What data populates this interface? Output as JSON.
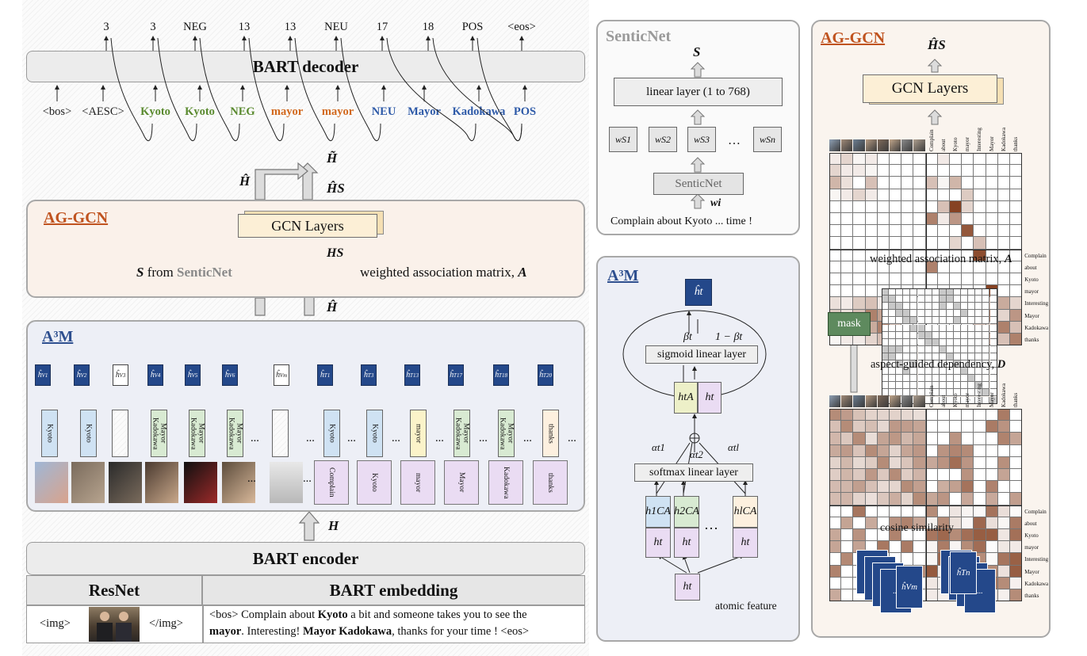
{
  "decoder": {
    "label": "BART decoder",
    "outputs": [
      "3",
      "3",
      "NEG",
      "13",
      "13",
      "NEU",
      "17",
      "18",
      "POS",
      "<eos>"
    ],
    "inputs": [
      {
        "text": "<bos>",
        "color": "#222222",
        "bold": false
      },
      {
        "text": "<AESC>",
        "color": "#222222",
        "bold": false
      },
      {
        "text": "Kyoto",
        "color": "#5a8a2f",
        "bold": true
      },
      {
        "text": "Kyoto",
        "color": "#5a8a2f",
        "bold": true
      },
      {
        "text": "NEG",
        "color": "#5a8a2f",
        "bold": true
      },
      {
        "text": "mayor",
        "color": "#d2691e",
        "bold": true
      },
      {
        "text": "mayor",
        "color": "#d2691e",
        "bold": true
      },
      {
        "text": "NEU",
        "color": "#2e5aa8",
        "bold": true
      },
      {
        "text": "Mayor",
        "color": "#2e5aa8",
        "bold": true
      },
      {
        "text": "Kadokawa",
        "color": "#2e5aa8",
        "bold": true
      },
      {
        "text": "POS",
        "color": "#2e5aa8",
        "bold": true
      }
    ]
  },
  "left_aggcn": {
    "title": "AG-GCN",
    "gcn_label": "GCN Layers",
    "s_prefix": "S",
    "s_from": "from",
    "senticnet": "SenticNet",
    "matrix_label": "weighted association matrix,",
    "matrix_symbol": "A",
    "h_tilde": "H̃",
    "h_hat": "Ĥ",
    "h_hat_s": "ĤS",
    "hs": "HS"
  },
  "a3m": {
    "title": "A³M",
    "h_labels": [
      "V1",
      "V2",
      "V3",
      "V4",
      "V5",
      "V6",
      "Vm",
      "T1",
      "T3",
      "T13",
      "T17",
      "T18",
      "T20"
    ],
    "white_boxes": [
      2,
      6
    ],
    "visual_words": [
      "Kyoto",
      "Kyoto",
      "",
      "Mayor Kadokawa",
      "Mayor Kadokawa",
      "Mayor Kadokawa",
      ""
    ],
    "visual_colors": [
      "#cfe2f3",
      "#cfe2f3",
      "hatch",
      "#d8ead2",
      "#d8ead2",
      "#d8ead2",
      "hatch"
    ],
    "text_words": [
      "Kyoto",
      "Kyoto",
      "mayor",
      "Mayor Kadokawa",
      "Mayor Kadokawa",
      "thanks"
    ],
    "text_colors": [
      "#cfe2f3",
      "#cfe2f3",
      "#fbf3c9",
      "#d8ead2",
      "#d8ead2",
      "#fdf0df"
    ],
    "text_tokens": [
      "Complain",
      "Kyoto",
      "mayor",
      "Mayor",
      "Kadokawa",
      "thanks"
    ],
    "ellipsis": "..."
  },
  "encoder": {
    "label": "BART encoder",
    "h": "H",
    "resnet": "ResNet",
    "embedding": "BART embedding",
    "img_open": "<img>",
    "img_close": "</img>",
    "sentence_line1_a": "<bos> Complain about ",
    "sentence_line1_bold": "Kyoto",
    "sentence_line1_b": " a bit and someone takes you to see the",
    "sentence_line2_bold1": "mayor",
    "sentence_line2_a": ". Interesting! ",
    "sentence_line2_bold2": "Mayor Kadokawa",
    "sentence_line2_b": ", thanks for your time ! <eos>"
  },
  "senticnet_panel": {
    "title": "SenticNet",
    "s": "S",
    "linear": "linear layer (1 to 768)",
    "boxes": [
      "wS1",
      "wS2",
      "wS3",
      "…",
      "wSn"
    ],
    "senticnet_box": "SenticNet",
    "wi": "wi",
    "sentence": "Complain about Kyoto ... time !"
  },
  "a3m_panel": {
    "title": "A³M",
    "ht": "ĥt",
    "beta": "βt",
    "one_minus_beta": "1 − βt",
    "sigmoid": "sigmoid linear layer",
    "hta": "htA",
    "h_t": "ht",
    "alpha1": "αt1",
    "alpha2": "αt2",
    "alphal": "αtl",
    "softmax": "softmax linear layer",
    "ca": [
      "h1CA",
      "h2CA",
      "hlCA"
    ],
    "dots": "…",
    "atomic": "atomic feature"
  },
  "right_aggcn": {
    "title": "AG-GCN",
    "hs": "ĤS",
    "gcn_label": "GCN Layers",
    "tokens": [
      "Complain",
      "about",
      "Kyoto",
      "mayor",
      "Interesting",
      "Mayor",
      "Kadokawa",
      "thanks"
    ],
    "wam_label": "weighted association matrix,",
    "wam_symbol": "A",
    "mask": "mask",
    "dep_label": "aspect-guided dependency,",
    "dep_symbol": "D",
    "cos": "cosine similarity",
    "hv": "ĥVm",
    "ht": "ĥTn",
    "dots": "..."
  }
}
